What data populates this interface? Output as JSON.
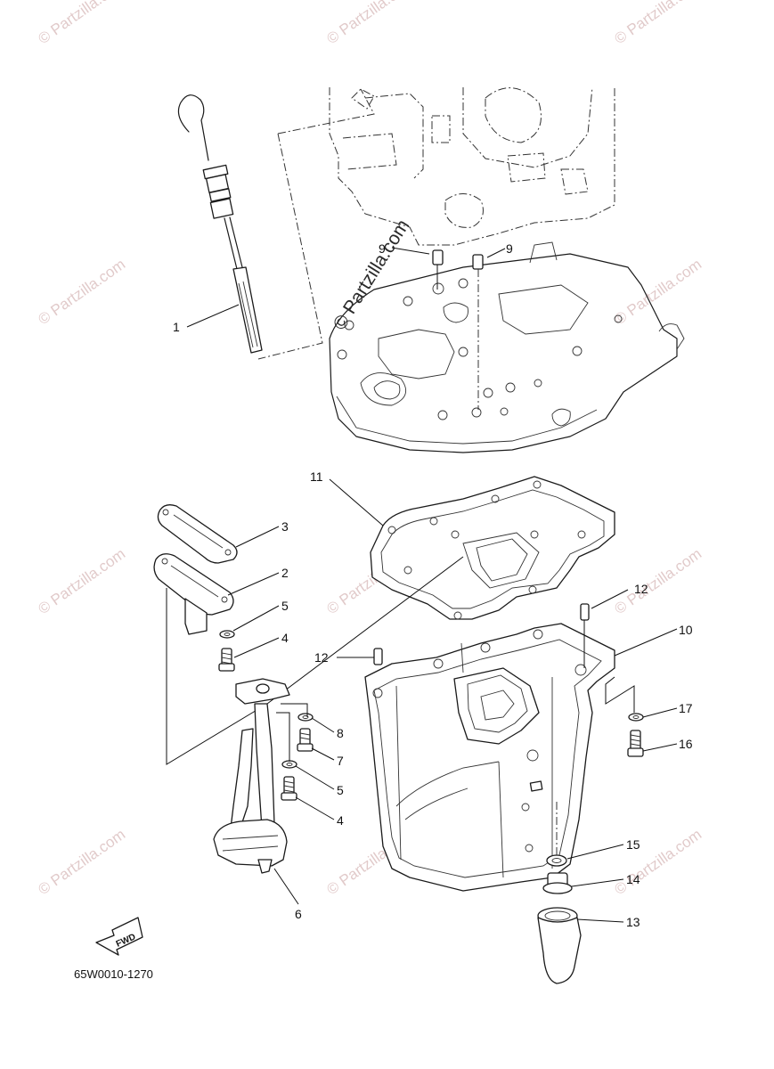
{
  "watermark": {
    "text": "© Partzilla.com",
    "main_text": "© Partzilla.com"
  },
  "diagram_code": "65W0010-1270",
  "fwd_label": "FWD",
  "callouts": {
    "c1": "1",
    "c2": "2",
    "c3": "3",
    "c4a": "4",
    "c4b": "4",
    "c5a": "5",
    "c5b": "5",
    "c6": "6",
    "c7": "7",
    "c8": "8",
    "c9a": "9",
    "c9b": "9",
    "c10": "10",
    "c11": "11",
    "c12a": "12",
    "c12b": "12",
    "c13": "13",
    "c14": "14",
    "c15": "15",
    "c16": "16",
    "c17": "17"
  },
  "colors": {
    "line": "#1a1a1a",
    "watermark": "#d8b9b9"
  }
}
